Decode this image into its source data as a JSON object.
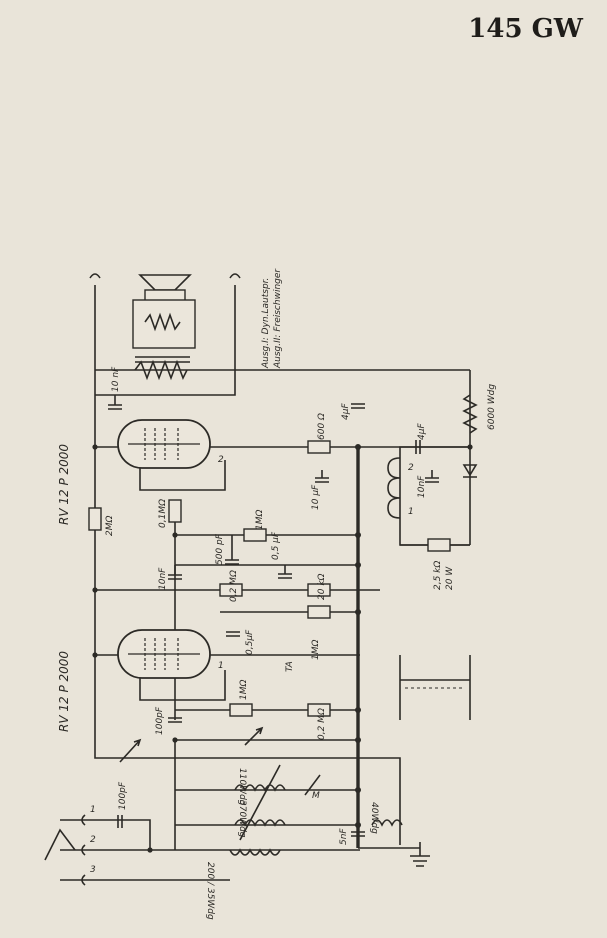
{
  "title": "145 GW",
  "tubes": [
    "RV 12 P 2000",
    "RV 12 P 2000"
  ],
  "tube_pins": {
    "t1_pin": "1",
    "t2_pin": "2"
  },
  "speaker": {
    "line1": "Ausg.I: Dyn.Lautspr.",
    "line2": "Ausg.II: Freischwinger"
  },
  "components": {
    "c_10nF_top": "10 nF",
    "r_2M": "2MΩ",
    "r_01M": "0,1MΩ",
    "c_10nF_mid": "10nF",
    "c_500pF": "500 pF",
    "c_05uF_mid": "0,5 µF",
    "r_1M_mid": "1MΩ",
    "r_02M_mid": "0,2 MΩ",
    "r_20k": "20 kΩ",
    "r_600": "600 Ω",
    "c_10uF": "10 µF",
    "c_4uF_top": "4µF",
    "c_4uF_right": "4µF",
    "c_10nF_right": "10nF",
    "r_6000": "6000 Wdg",
    "r_25k": "2,5 kΩ",
    "r_25k_w": "20 W",
    "choke_1": "1",
    "choke_2": "2",
    "c_05uF_t1": "0,5µF",
    "r_1M_t1": "1MΩ",
    "c_100pF_grid": "100pF",
    "r_1M_low": "1MΩ",
    "r_02M_low": "0,2 MΩ",
    "tap_TA": "TA",
    "coil_110": "110Wdg",
    "coil_370": "370Wdg",
    "coil_200": "200 / 35Wdg",
    "coil_40": "40Wdg",
    "c_100pF_ant": "100pF",
    "c_5nF": "5nF",
    "switch_M": "M",
    "ant_1": "1",
    "ant_2": "2",
    "ant_3": "3"
  }
}
